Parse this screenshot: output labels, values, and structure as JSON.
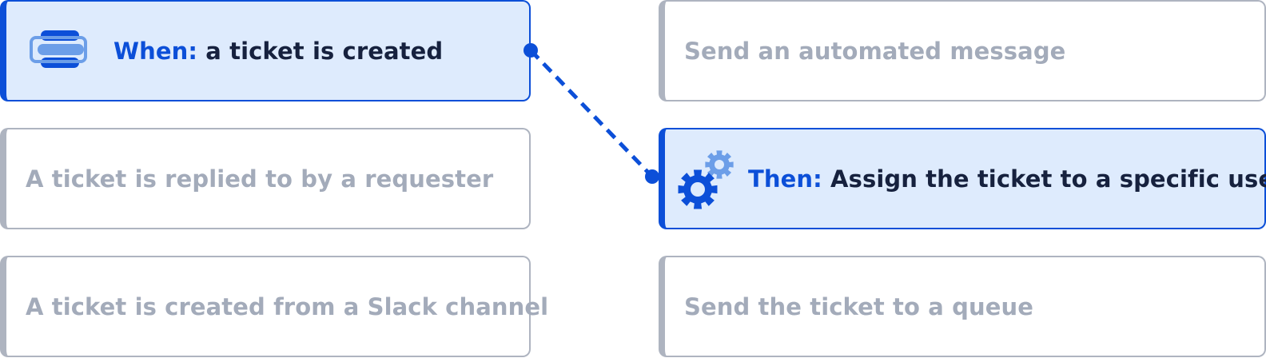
{
  "trigger": {
    "prefix": "When:",
    "text": "a ticket is created",
    "icon": "stacked-bars-icon"
  },
  "trigger_options": [
    {
      "text": "A ticket is replied to by a requester"
    },
    {
      "text": "A ticket is created from a Slack channel"
    }
  ],
  "action": {
    "prefix": "Then:",
    "text": "Assign the ticket to a specific user",
    "icon": "gears-icon"
  },
  "action_options": [
    {
      "text": "Send an automated message"
    },
    {
      "text": "Send the ticket to a queue"
    }
  ],
  "colors": {
    "accent": "#0c4fd8",
    "accent_light": "#6c9ee8",
    "active_bg": "#deebfd",
    "inactive_border": "#aeb4c0",
    "inactive_text": "#a3abba",
    "active_text": "#16213e"
  }
}
